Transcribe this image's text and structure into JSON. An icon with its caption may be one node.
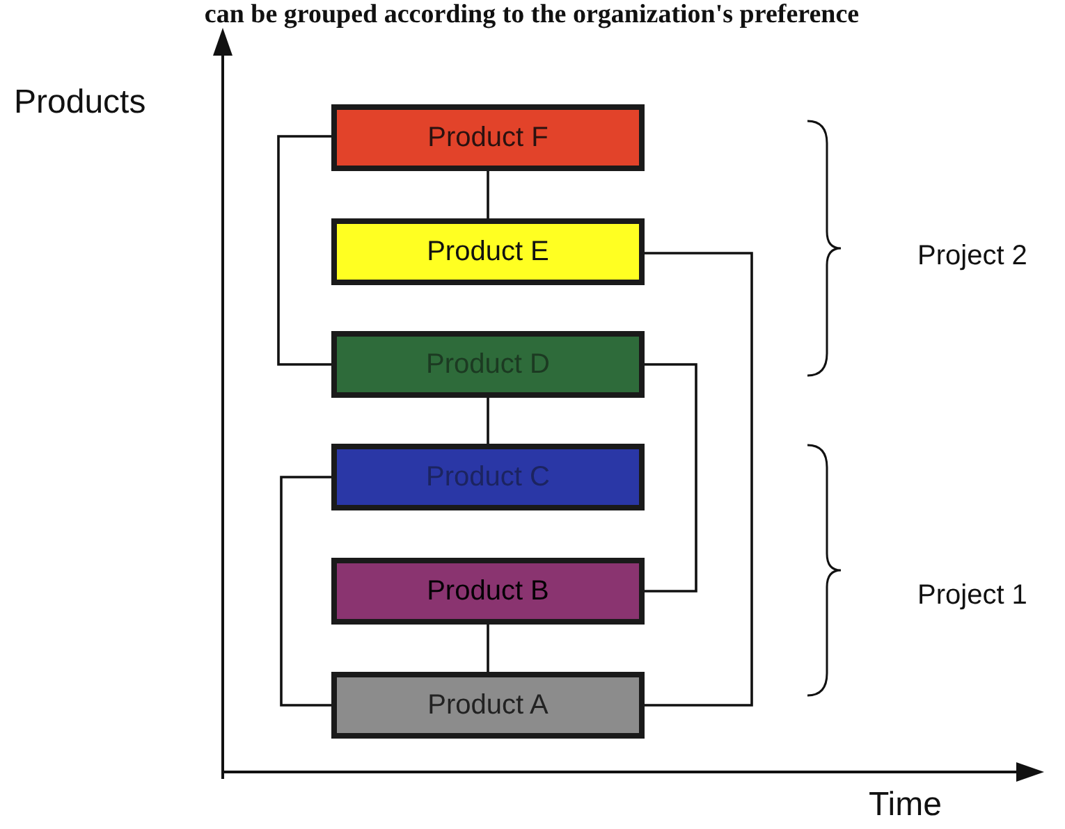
{
  "diagram": {
    "nodes": [
      {
        "text": [
          "Product F"
        ]
      },
      {
        "text": [
          "Product E"
        ]
      },
      {
        "text": [
          "Product D"
        ]
      },
      {
        "text": [
          "Product C"
        ]
      },
      {
        "text": [
          "Product B"
        ]
      },
      {
        "text": [
          "Product A"
        ]
      }
    ],
    "edges": [
      {
        "from": 0,
        "to": 1,
        "arrow": "none"
      },
      {
        "from": 0,
        "to": 2,
        "arrow": "none"
      },
      {
        "from": 1,
        "to": 5,
        "arrow": "none"
      },
      {
        "from": 2,
        "to": 3,
        "arrow": "none"
      },
      {
        "from": 2,
        "to": 4,
        "arrow": "none"
      },
      {
        "from": 3,
        "to": 5,
        "arrow": "none"
      },
      {
        "from": 4,
        "to": 5,
        "arrow": "none"
      }
    ],
    "labels": [
      "can be grouped according to the organization's preference",
      "Products",
      "Project 2",
      "Project 1",
      "Time"
    ]
  }
}
